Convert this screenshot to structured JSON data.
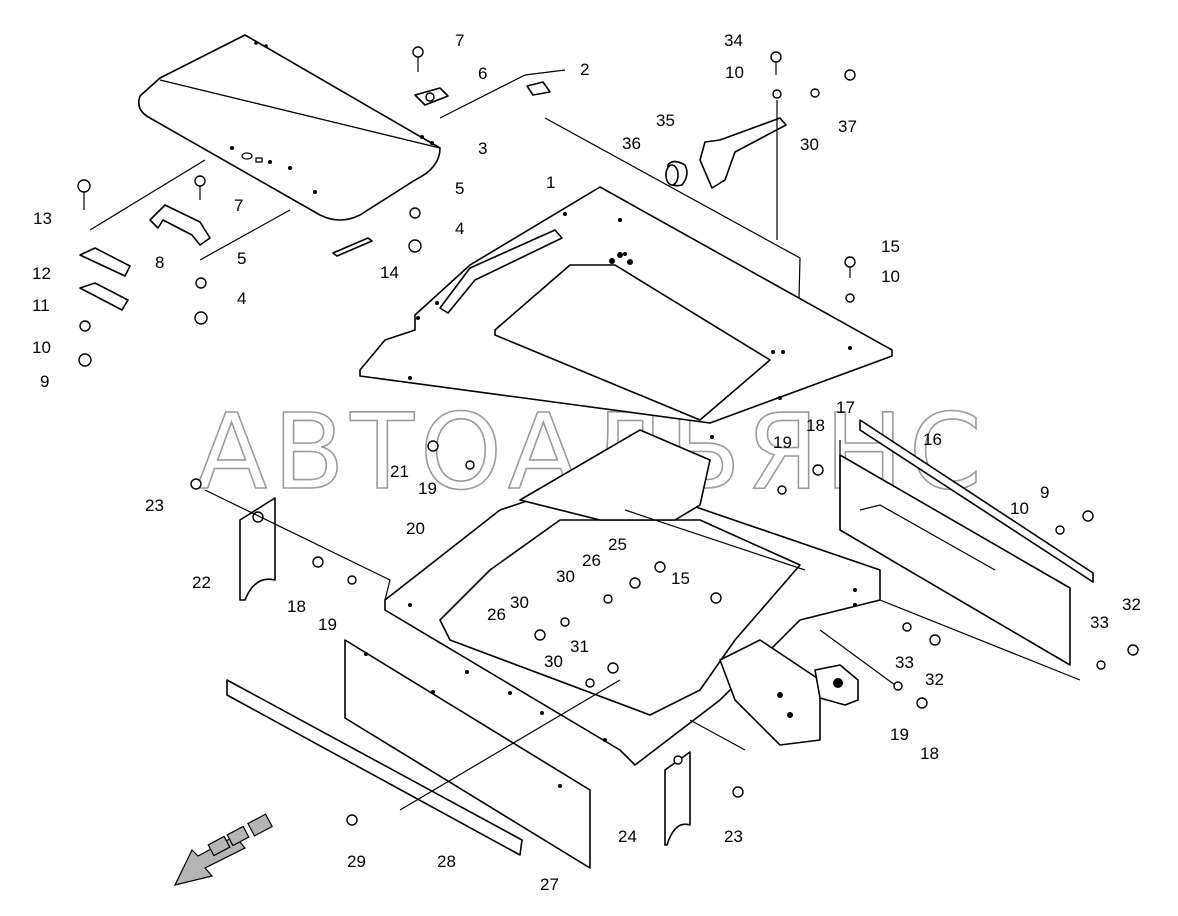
{
  "watermark": "АВТОАЛЬЯНС",
  "callouts": [
    {
      "id": "c1",
      "text": "1"
    },
    {
      "id": "c2",
      "text": "2"
    },
    {
      "id": "c3",
      "text": "3"
    },
    {
      "id": "c4a",
      "text": "4"
    },
    {
      "id": "c4b",
      "text": "4"
    },
    {
      "id": "c5a",
      "text": "5"
    },
    {
      "id": "c5b",
      "text": "5"
    },
    {
      "id": "c6",
      "text": "6"
    },
    {
      "id": "c7a",
      "text": "7"
    },
    {
      "id": "c7b",
      "text": "7"
    },
    {
      "id": "c8",
      "text": "8"
    },
    {
      "id": "c9a",
      "text": "9"
    },
    {
      "id": "c9b",
      "text": "9"
    },
    {
      "id": "c10a",
      "text": "10"
    },
    {
      "id": "c10b",
      "text": "10"
    },
    {
      "id": "c10c",
      "text": "10"
    },
    {
      "id": "c10d",
      "text": "10"
    },
    {
      "id": "c11",
      "text": "11"
    },
    {
      "id": "c12",
      "text": "12"
    },
    {
      "id": "c13",
      "text": "13"
    },
    {
      "id": "c14",
      "text": "14"
    },
    {
      "id": "c15a",
      "text": "15"
    },
    {
      "id": "c15b",
      "text": "15"
    },
    {
      "id": "c16",
      "text": "16"
    },
    {
      "id": "c17",
      "text": "17"
    },
    {
      "id": "c18a",
      "text": "18"
    },
    {
      "id": "c18b",
      "text": "18"
    },
    {
      "id": "c18c",
      "text": "18"
    },
    {
      "id": "c19a",
      "text": "19"
    },
    {
      "id": "c19b",
      "text": "19"
    },
    {
      "id": "c19c",
      "text": "19"
    },
    {
      "id": "c19d",
      "text": "19"
    },
    {
      "id": "c20",
      "text": "20"
    },
    {
      "id": "c21",
      "text": "21"
    },
    {
      "id": "c22",
      "text": "22"
    },
    {
      "id": "c23a",
      "text": "23"
    },
    {
      "id": "c23b",
      "text": "23"
    },
    {
      "id": "c24",
      "text": "24"
    },
    {
      "id": "c25",
      "text": "25"
    },
    {
      "id": "c26a",
      "text": "26"
    },
    {
      "id": "c26b",
      "text": "26"
    },
    {
      "id": "c27",
      "text": "27"
    },
    {
      "id": "c28",
      "text": "28"
    },
    {
      "id": "c29",
      "text": "29"
    },
    {
      "id": "c30a",
      "text": "30"
    },
    {
      "id": "c30b",
      "text": "30"
    },
    {
      "id": "c30c",
      "text": "30"
    },
    {
      "id": "c30d",
      "text": "30"
    },
    {
      "id": "c31",
      "text": "31"
    },
    {
      "id": "c32a",
      "text": "32"
    },
    {
      "id": "c32b",
      "text": "32"
    },
    {
      "id": "c33a",
      "text": "33"
    },
    {
      "id": "c33b",
      "text": "33"
    },
    {
      "id": "c34",
      "text": "34"
    },
    {
      "id": "c35",
      "text": "35"
    },
    {
      "id": "c36",
      "text": "36"
    },
    {
      "id": "c37",
      "text": "37"
    }
  ],
  "direction_icon": "front-direction-arrow-icon"
}
